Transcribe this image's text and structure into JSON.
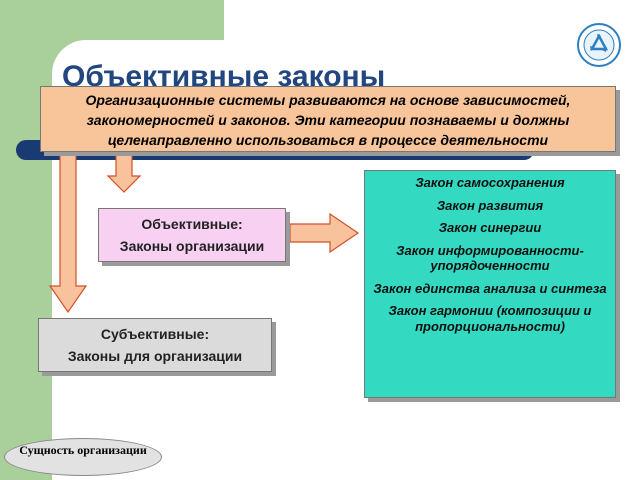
{
  "slide": {
    "title": "Объективные законы",
    "intro": "Организационные системы развиваются на основе зависимостей, закономерностей и законов. Эти категории познаваемы и должны целенаправленно использоваться в процессе деятельности",
    "objective": {
      "line1": "Объективные:",
      "line2": "Законы организации"
    },
    "subjective": {
      "line1": "Субъективные:",
      "line2": "Законы для организации"
    },
    "laws": [
      "Закон самосохранения",
      "Закон развития",
      "Закон синергии",
      "Закон информированности-упорядоченности",
      "Закон единства анализа и синтеза",
      "Закон гармонии (композиции и пропорциональности)"
    ],
    "nav_button": "Сущность организации"
  },
  "colors": {
    "green_band": "#a9cf9a",
    "title": "#22467f",
    "dark_bar": "#1a3a73",
    "orange_box": "#f8c49a",
    "pink_box": "#f7d0f2",
    "gray_box": "#dbdbdb",
    "teal_box": "#33d9c0",
    "arrow_fill": "#f7c29c",
    "arrow_stroke": "#d0502a"
  },
  "icons": {
    "logo": "recycle-globe-icon"
  }
}
